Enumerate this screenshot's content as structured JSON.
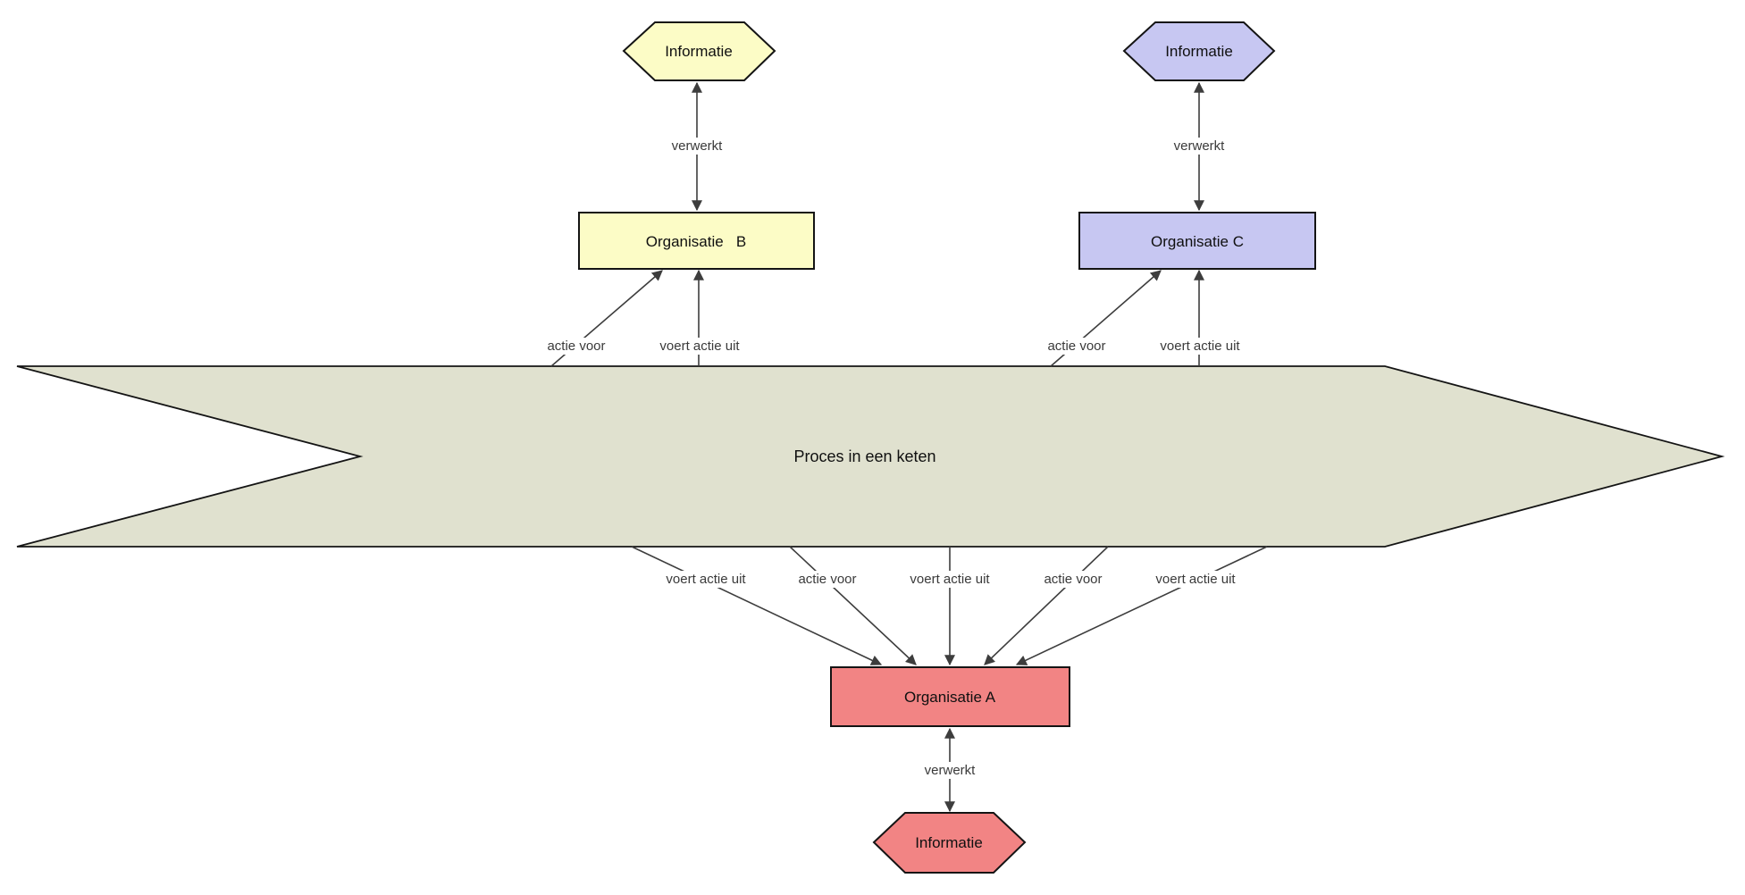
{
  "diagram": {
    "background": "#FFFFFF",
    "colors": {
      "line": "#3D3D3D",
      "node_border": "#141414",
      "node_label": "#101010",
      "edge_label": "#3A3A3A"
    },
    "nodes": {
      "info_b": {
        "label": "Informatie",
        "shape": "hexagon",
        "fill": "#FCFCC6"
      },
      "info_c": {
        "label": "Informatie",
        "shape": "hexagon",
        "fill": "#C7C7F2"
      },
      "org_b": {
        "label": "Organisatie   B",
        "shape": "rectangle",
        "fill": "#FCFCC6"
      },
      "org_c": {
        "label": "Organisatie C",
        "shape": "rectangle",
        "fill": "#C7C7F2"
      },
      "proces": {
        "label": "Proces in een keten",
        "shape": "chevron-arrow",
        "fill": "#E0E1CF"
      },
      "org_a": {
        "label": "Organisatie A",
        "shape": "rectangle",
        "fill": "#F28484"
      },
      "info_a": {
        "label": "Informatie",
        "shape": "hexagon",
        "fill": "#F28484"
      }
    },
    "edge_labels": {
      "verwerkt_b": "verwerkt",
      "verwerkt_c": "verwerkt",
      "verwerkt_a": "verwerkt",
      "actie_voor_b": "actie voor",
      "voert_actie_uit_b": "voert actie uit",
      "actie_voor_c": "actie voor",
      "voert_actie_uit_c": "voert actie uit",
      "bottom_1": "voert actie uit",
      "bottom_2": "actie voor",
      "bottom_3": "voert actie uit",
      "bottom_4": "actie voor",
      "bottom_5": "voert actie uit"
    }
  }
}
